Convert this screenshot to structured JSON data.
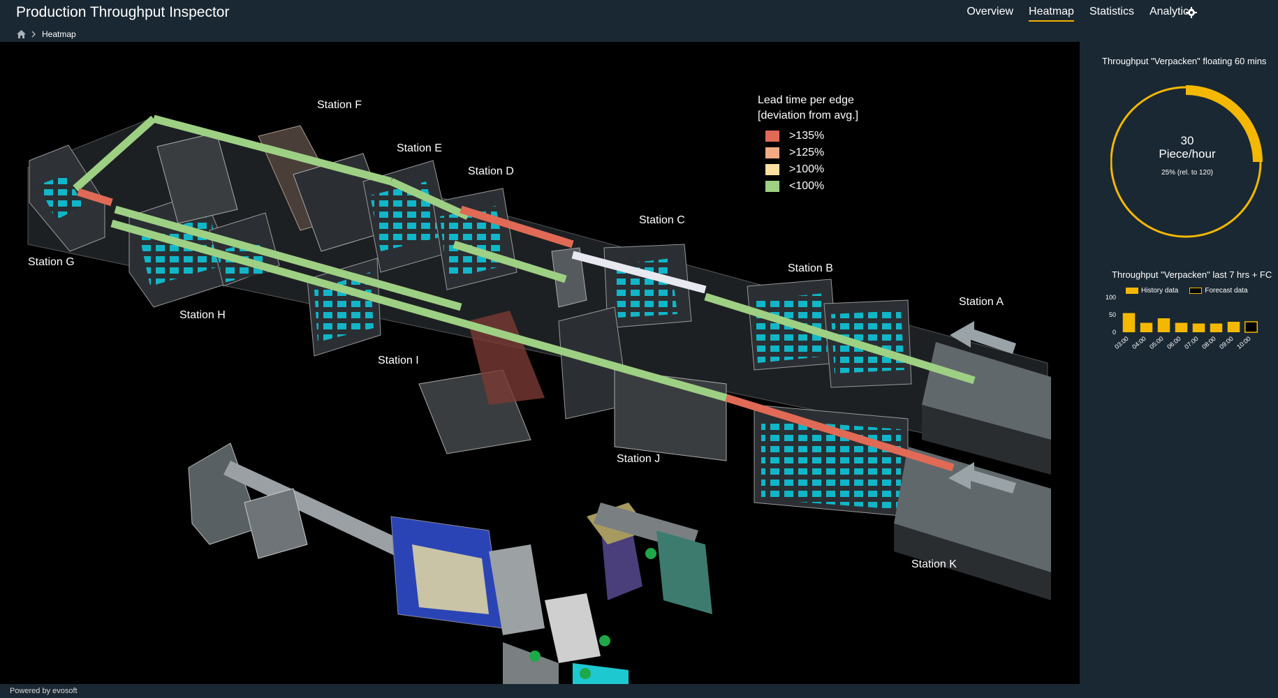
{
  "app": {
    "title": "Production Throughput Inspector"
  },
  "breadcrumb": {
    "home_icon": "home-icon",
    "current": "Heatmap"
  },
  "nav": {
    "items": [
      {
        "label": "Overview",
        "active": false
      },
      {
        "label": "Heatmap",
        "active": true
      },
      {
        "label": "Statistics",
        "active": false
      },
      {
        "label": "Analytics",
        "active": false
      }
    ],
    "settings_icon": "gear-icon"
  },
  "scene": {
    "stations": [
      "Station A",
      "Station B",
      "Station C",
      "Station D",
      "Station E",
      "Station F",
      "Station G",
      "Station H",
      "Station I",
      "Station J",
      "Station K"
    ]
  },
  "legend": {
    "title_line1": "Lead time per edge",
    "title_line2": "[deviation from avg.]",
    "items": [
      {
        "label": ">135%",
        "color": "#e06a55"
      },
      {
        "label": ">125%",
        "color": "#f2ab82"
      },
      {
        "label": ">100%",
        "color": "#fde0a0"
      },
      {
        "label": "<100%",
        "color": "#9ed084"
      }
    ]
  },
  "sidebar": {
    "gauge": {
      "title": "Throughput \"Verpacken\" floating 60 mins",
      "value": "30",
      "unit": "Piece/hour",
      "sub": "25% (rel. to 120)",
      "fraction": 0.25,
      "color": "#f5b800"
    },
    "history_chart": {
      "title": "Throughput \"Verpacken\" last 7 hrs + FC",
      "legend_history": "History data",
      "legend_forecast": "Forecast data"
    }
  },
  "chart_data": {
    "type": "bar",
    "title": "Throughput \"Verpacken\" last 7 hrs + FC",
    "categories": [
      "03:00",
      "04:00",
      "05:00",
      "06:00",
      "07:00",
      "08:00",
      "09:00",
      "10:00"
    ],
    "series": [
      {
        "name": "History data",
        "values": [
          55,
          27,
          40,
          27,
          25,
          25,
          30,
          null
        ]
      },
      {
        "name": "Forecast data",
        "values": [
          null,
          null,
          null,
          null,
          null,
          null,
          null,
          30
        ]
      }
    ],
    "yticks": [
      0,
      50,
      100
    ],
    "ylim": [
      0,
      100
    ],
    "colors": {
      "history": "#f5b800",
      "forecast": "#000000",
      "forecast_border": "#f5b800"
    }
  },
  "footer": {
    "text": "Powered by evosoft"
  }
}
